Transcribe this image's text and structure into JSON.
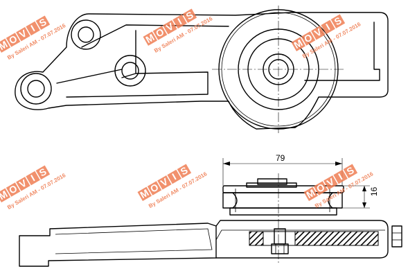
{
  "dimensions": {
    "width_label": "79",
    "height_label": "16"
  },
  "watermark": {
    "letters": [
      "M",
      "O",
      "V",
      "I",
      "S"
    ],
    "byline": "By Saleri AM - 07.07.2016",
    "tile_color": "#ef7f55"
  },
  "colors": {
    "line": "#000000",
    "background": "#ffffff",
    "hatch": "#000000"
  }
}
